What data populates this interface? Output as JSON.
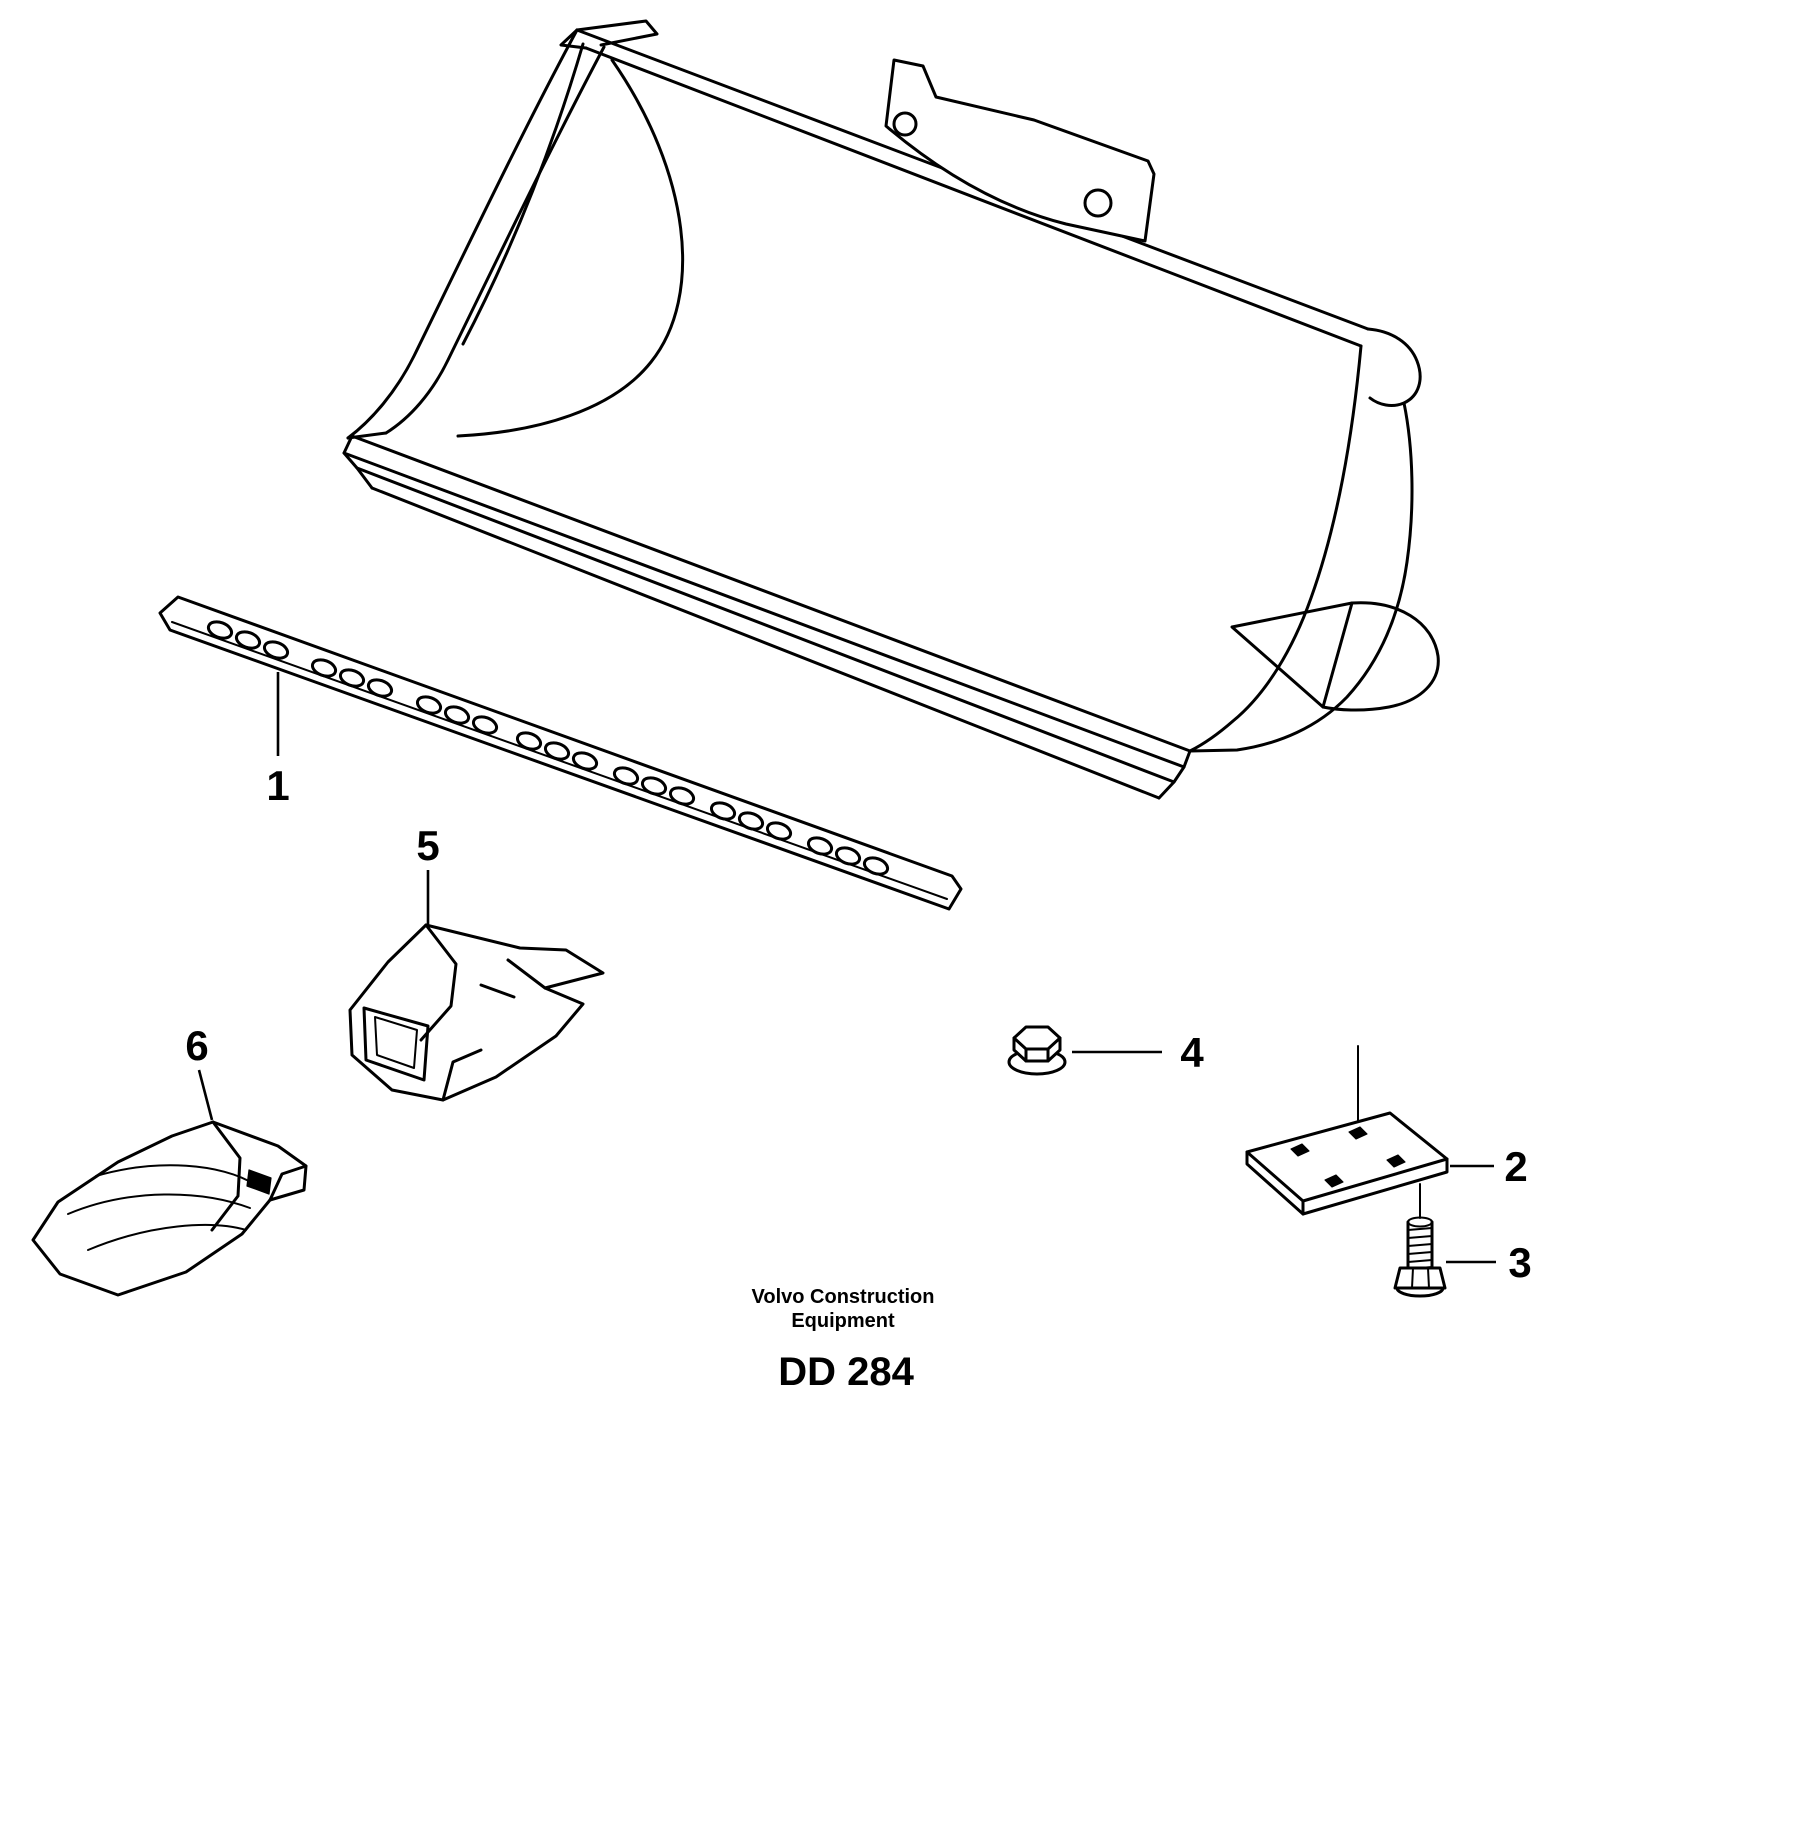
{
  "diagram": {
    "colors": {
      "background": "#ffffff",
      "line": "#000000",
      "text": "#000000"
    },
    "part_labels": [
      {
        "ref": "1"
      },
      {
        "ref": "2"
      },
      {
        "ref": "3"
      },
      {
        "ref": "4"
      },
      {
        "ref": "5"
      },
      {
        "ref": "6"
      }
    ],
    "footer": {
      "brand_line1": "Volvo Construction",
      "brand_line2": "Equipment",
      "drawing_code": "DD 284"
    }
  }
}
